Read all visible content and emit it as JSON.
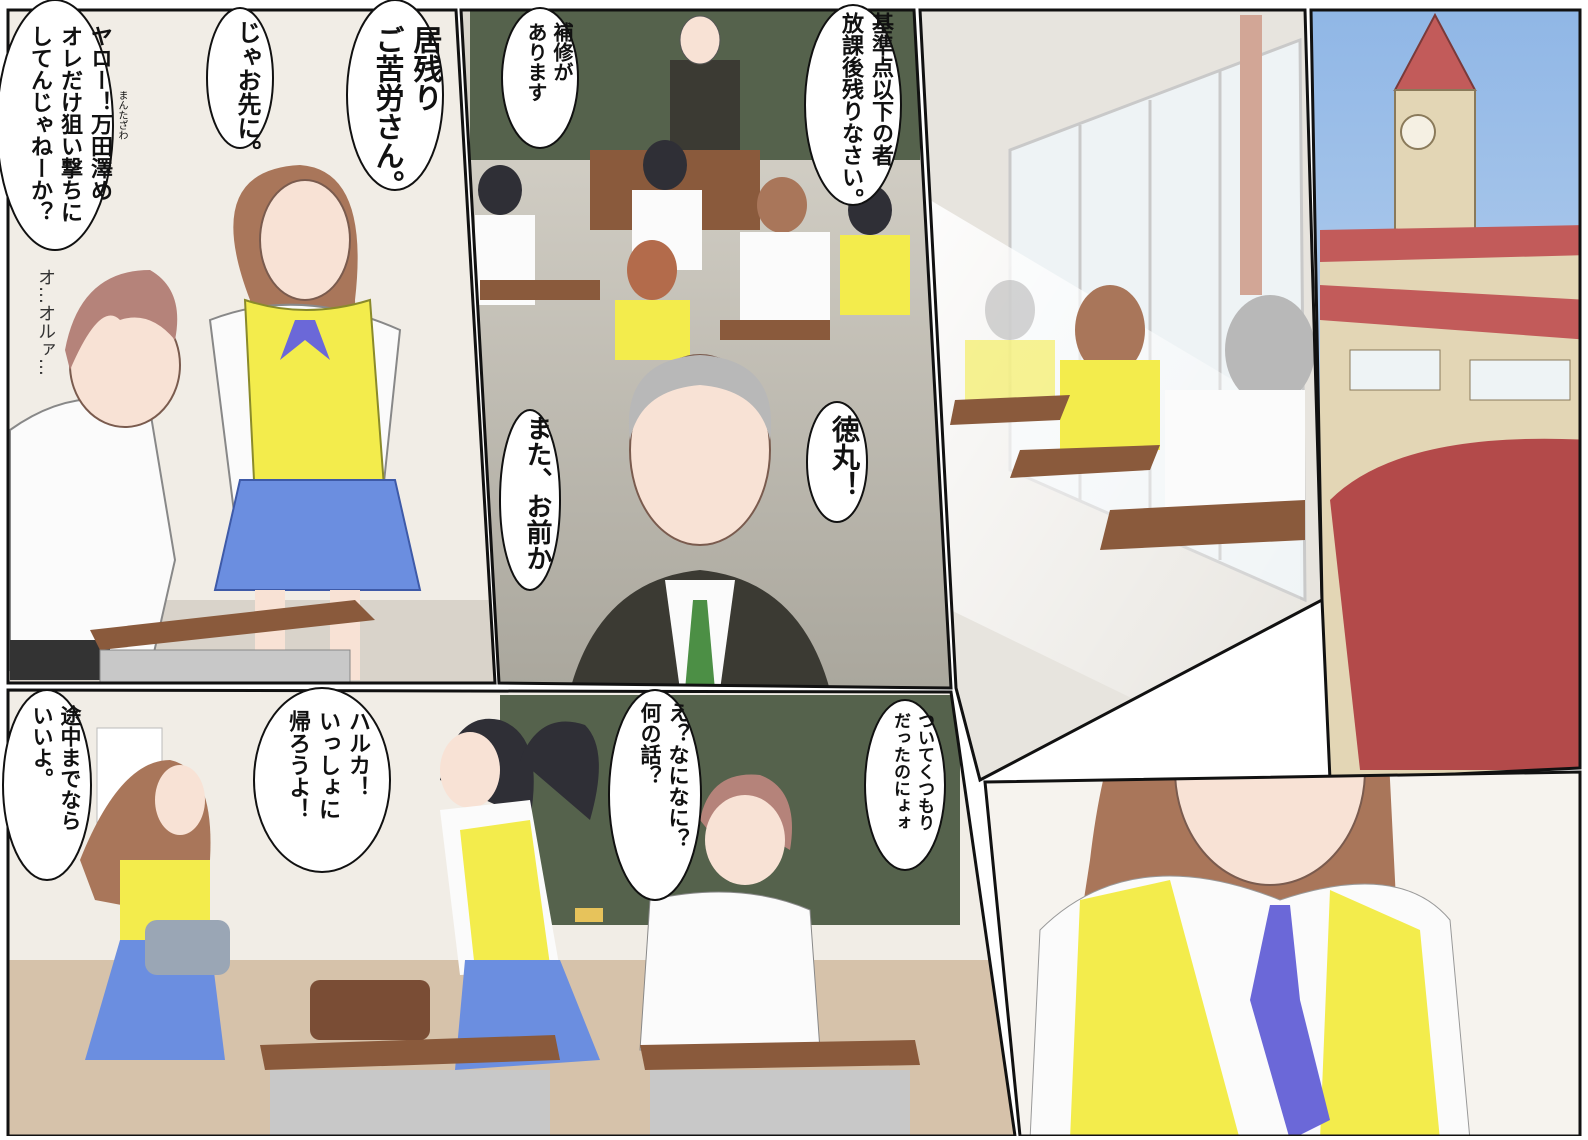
{
  "page": {
    "background": "#ffffff",
    "panel_border_color": "#111111"
  },
  "panels": [
    {
      "id": "panel-1-classroom-teasing",
      "bubbles": [
        {
          "id": "bubble-p1-a",
          "text": "居残り\nご苦労さん。"
        },
        {
          "id": "bubble-p1-b",
          "text": "じゃお先に。"
        },
        {
          "id": "bubble-p1-c",
          "text": "ヤロー！万田澤め\nオレだけ狙い撃ちに\nしてんじゃねーか？",
          "furigana": "まんたざわ"
        }
      ],
      "sfx": [
        {
          "id": "sfx-p1",
          "text": "オ…オルァ…"
        }
      ]
    },
    {
      "id": "panel-2-teacher-announcement",
      "bubbles": [
        {
          "id": "bubble-p2-a",
          "text": "基準点以下の者\n放課後残りなさい。"
        },
        {
          "id": "bubble-p2-b",
          "text": "補修が\nあります"
        },
        {
          "id": "bubble-p2-c",
          "text": "また、お前か"
        },
        {
          "id": "bubble-p2-d",
          "text": "徳丸！"
        }
      ]
    },
    {
      "id": "panel-3-classroom-window",
      "bubbles": []
    },
    {
      "id": "panel-4-clock-tower-exterior",
      "bubbles": []
    },
    {
      "id": "panel-5-invitation",
      "bubbles": [
        {
          "id": "bubble-p5-a",
          "text": "途中までなら\nいいよ。"
        },
        {
          "id": "bubble-p5-b",
          "text": "ハルカ！\nいっしょに\n帰ろうよ！"
        },
        {
          "id": "bubble-p5-c",
          "text": "え？なになに？\n何の話？"
        },
        {
          "id": "bubble-p5-d",
          "text": "ついてくつもり\nだったのにょォ"
        }
      ]
    },
    {
      "id": "panel-6-girl-closeup",
      "bubbles": []
    }
  ],
  "palette": {
    "wall": "#f1ede6",
    "floor": "#d9d3ca",
    "chalkboard": "#55624c",
    "chalkboard_dark": "#3f4a3b",
    "desk_top": "#8a5a3c",
    "desk_leg": "#b9b9b9",
    "vest_yellow": "#f3ec4c",
    "skirt_blue": "#6b8ee0",
    "shirt_white": "#fbfbfb",
    "hair_brown": "#a9765a",
    "hair_pink_brown": "#b5837a",
    "hair_black": "#2f2f36",
    "hair_gray": "#b8b8b8",
    "skin": "#f8e2d5",
    "suit_dark": "#3b3a33",
    "tie_green": "#4c8f45",
    "ribbon_purple": "#6b68d8",
    "sky": "#b7d2ef",
    "building": "#e3d6b5",
    "roof_red": "#c25b5a",
    "window_light": "#eef3f5"
  }
}
